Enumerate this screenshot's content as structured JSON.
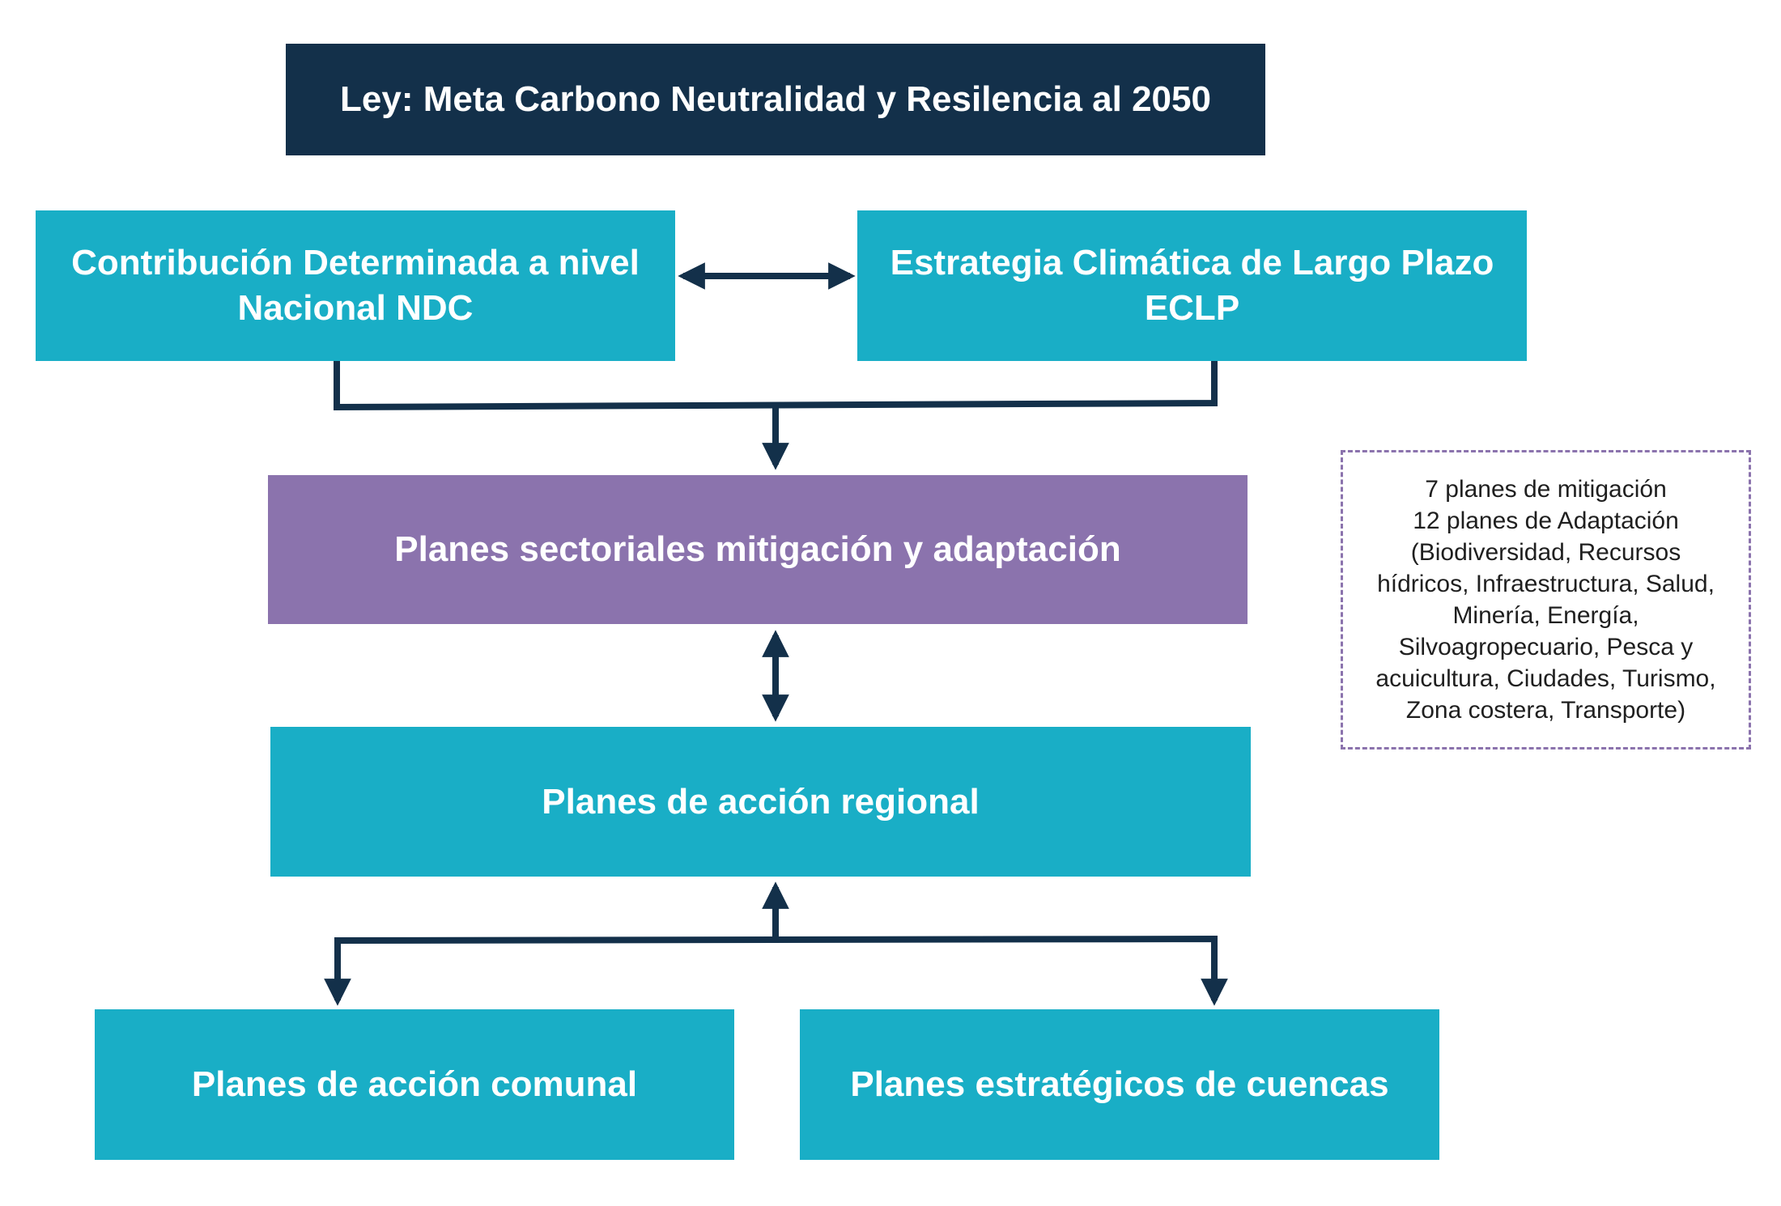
{
  "law": {
    "label": "Ley: Meta Carbono Neutralidad y Resilencia al 2050"
  },
  "ndc": {
    "line1": "Contribución Determinada a nivel",
    "line2": "Nacional NDC"
  },
  "eclp": {
    "line1": "Estrategia Climática de Largo Plazo",
    "line2": "ECLP"
  },
  "sectorial": {
    "label": "Planes sectoriales mitigación y adaptación"
  },
  "regional": {
    "label": "Planes de acción regional"
  },
  "comunal": {
    "label": "Planes de acción comunal"
  },
  "cuencas": {
    "label": "Planes estratégicos de cuencas"
  },
  "note": {
    "lines": [
      "7 planes de mitigación",
      "12 planes de Adaptación",
      "(Biodiversidad, Recursos",
      "hídricos, Infraestructura, Salud,",
      "Minería, Energía,",
      "Silvoagropecuario, Pesca y",
      "acuicultura, Ciudades, Turismo,",
      "Zona costera, Transporte)"
    ]
  },
  "colors": {
    "dark_navy": "#13304a",
    "teal": "#19aec6",
    "purple": "#8b73ad",
    "connector": "#13304a"
  }
}
